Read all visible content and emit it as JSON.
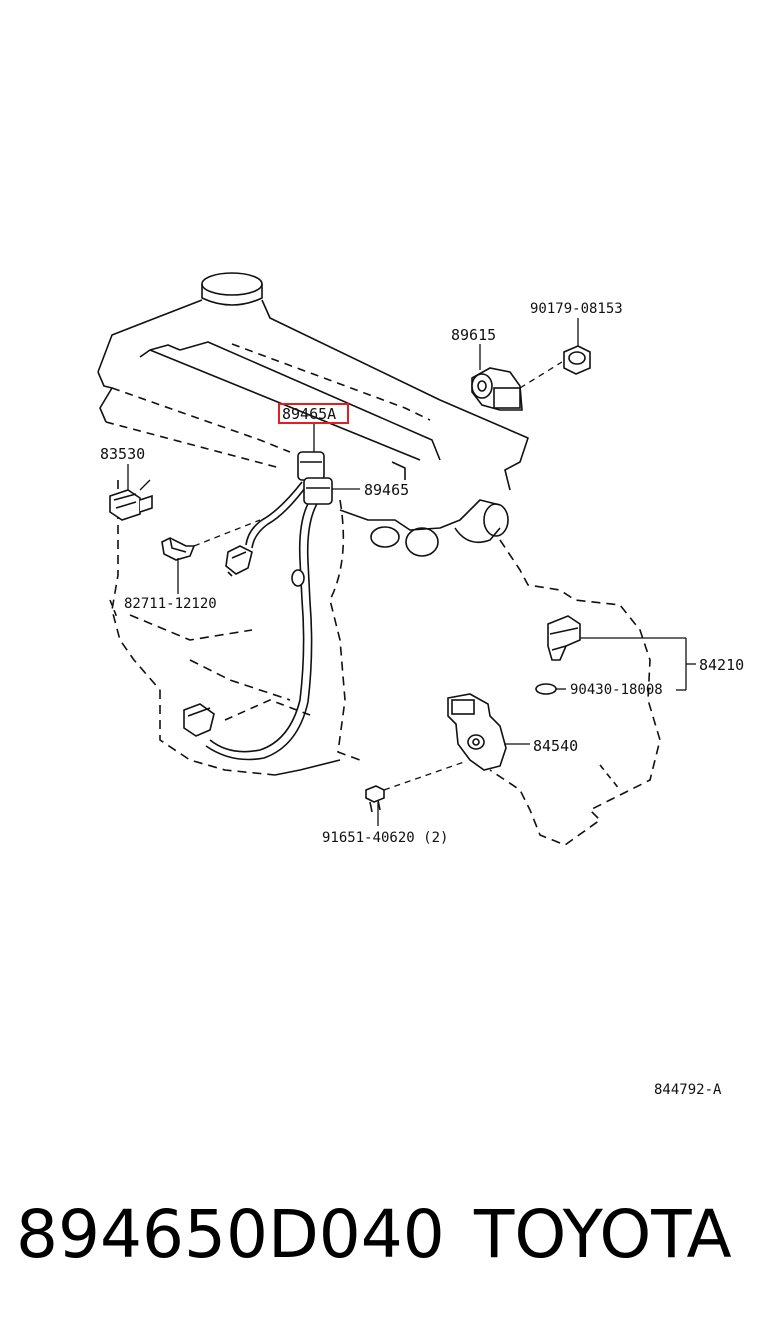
{
  "diagram": {
    "callouts": {
      "p89465A": "89465A",
      "p89465": "89465",
      "p89615": "89615",
      "p90179": "90179-08153",
      "p83530": "83530",
      "p82711": "82711-12120",
      "p84210": "84210",
      "p90430": "90430-18008",
      "p84540": "84540",
      "p91651": "91651-40620 (2)"
    },
    "figure_code": "844792-A",
    "highlight_color": "#e02020"
  },
  "footer": {
    "part_number": "894650D040",
    "brand": "TOYOTA"
  }
}
